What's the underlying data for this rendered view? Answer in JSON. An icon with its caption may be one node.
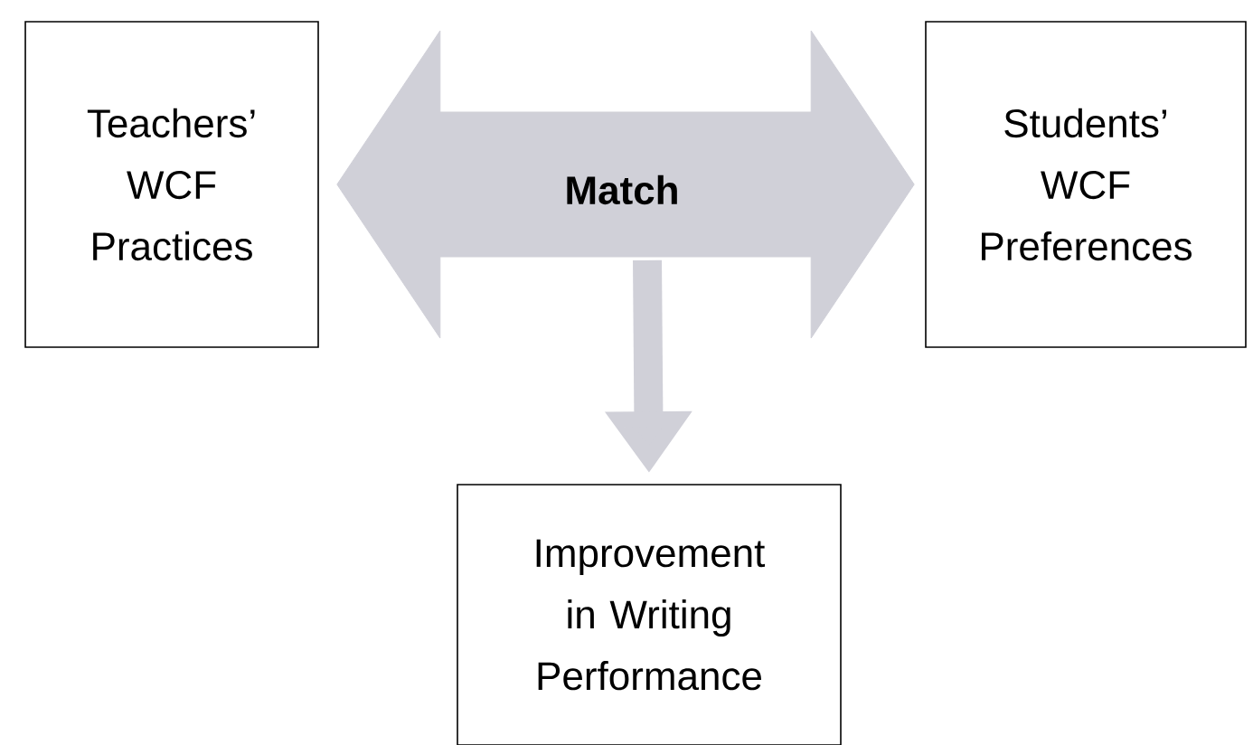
{
  "diagram": {
    "nodes": [
      {
        "text": [
          "Teachers’ WCF Practices"
        ]
      },
      {
        "text": [
          "Students’ WCF Preferences"
        ]
      },
      {
        "text": [
          "Improvement in Writing Performance"
        ]
      }
    ],
    "edges": [
      {
        "from": 0,
        "to": 1,
        "arrow": "both",
        "label": "Match",
        "style": "thick"
      },
      {
        "from": null,
        "to": 2,
        "arrow": "to"
      }
    ]
  }
}
